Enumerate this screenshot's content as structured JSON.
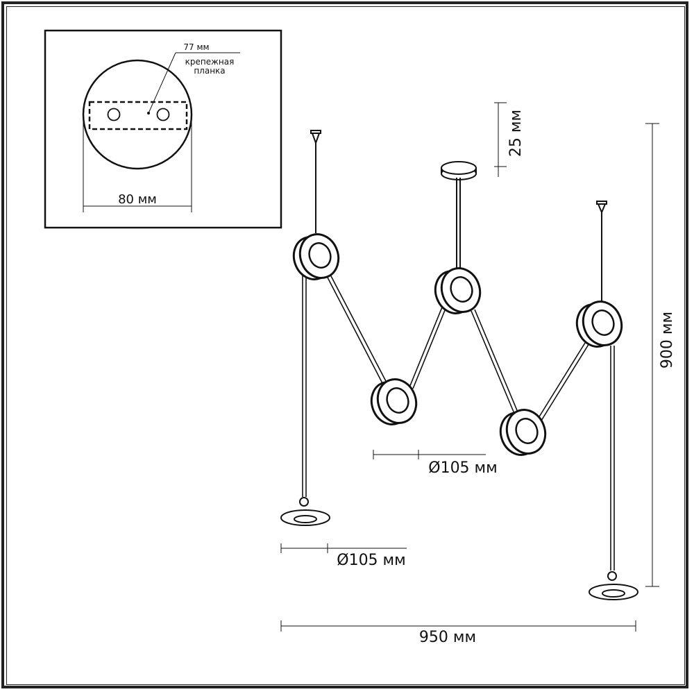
{
  "inset": {
    "bracket_width": "77 мм",
    "bracket_label_line1": "крепежная",
    "bracket_label_line2": "планка",
    "canopy_diameter": "80 мм"
  },
  "dimensions": {
    "canopy_height": "25 мм",
    "total_height": "900 мм",
    "total_width": "950 мм",
    "disc_diameter": "Ø105 мм",
    "base_diameter": "Ø105 мм"
  },
  "colors": {
    "line": "#111111",
    "frame": "#222222"
  }
}
